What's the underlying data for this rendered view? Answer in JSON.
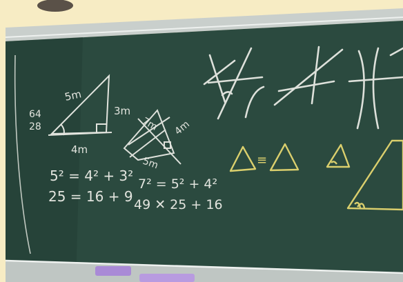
{
  "photo": {
    "subject": "chalkboard",
    "colors": {
      "wall": "#f7ecc4",
      "board": "#2b4a3f",
      "board_dark": "#213a31",
      "frame": "#c9cfcc",
      "white_chalk": "#f2f2ec",
      "yellow_chalk": "#e5d770",
      "chalk_purple": "#a98ad6"
    }
  },
  "left_diagram": {
    "hyp_label": "5m",
    "height_label": "3m",
    "base_label": "4m",
    "angle_top": "64",
    "angle_bottom": "28"
  },
  "center_diagram": {
    "label_top": "7m",
    "label_right": "4m",
    "label_bottom": "5m"
  },
  "equations": {
    "eq1_line1": "5² = 4² + 3²",
    "eq1_line2": "25 = 16 + 9",
    "eq2_line1": "7² = 5² + 4²",
    "eq2_line2": "49 ✕ 25 + 16"
  },
  "yellow": {
    "congruence": "≡"
  }
}
